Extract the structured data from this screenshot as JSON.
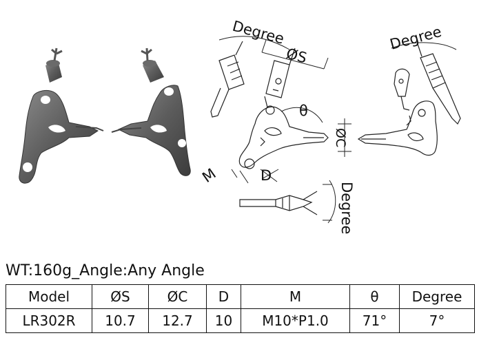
{
  "labels": {
    "degree_top_left": "Degree",
    "phi_s": "ØS",
    "degree_top_right": "Degree",
    "theta": "θ",
    "phi_c": "ØC",
    "m": "M",
    "d": "D",
    "degree_bottom": "Degree"
  },
  "summary": "WT:160g_Angle:Any Angle",
  "table": {
    "headers": [
      "Model",
      "ØS",
      "ØC",
      "D",
      "M",
      "θ",
      "Degree"
    ],
    "row": [
      "LR302R",
      "10.7",
      "12.7",
      "10",
      "M10*P1.0",
      "71°",
      "7°"
    ]
  }
}
